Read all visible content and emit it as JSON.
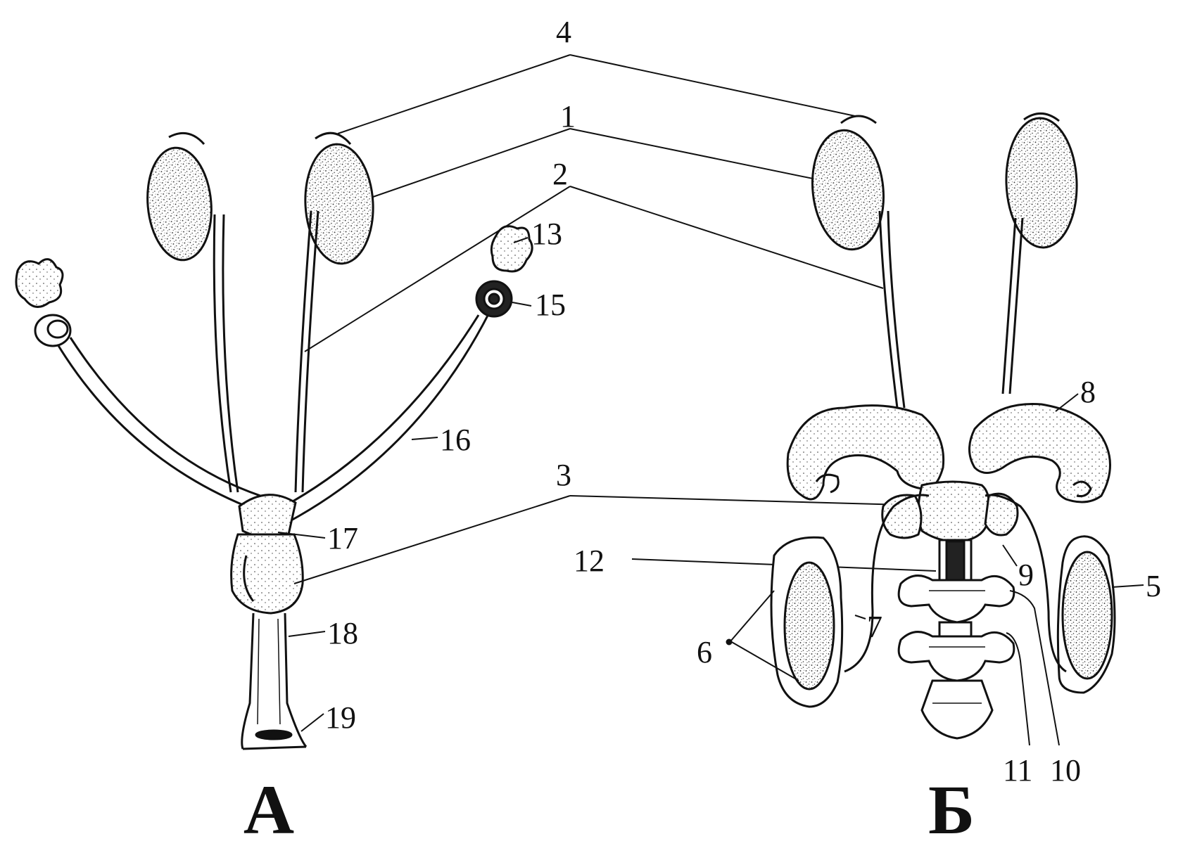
{
  "panels": [
    {
      "letter": "А"
    },
    {
      "letter": "Б"
    }
  ],
  "labels": [
    "1",
    "2",
    "3",
    "4",
    "5",
    "6",
    "7",
    "8",
    "9",
    "10",
    "11",
    "12",
    "13",
    "15",
    "16",
    "17",
    "18",
    "19"
  ],
  "colors": {
    "ink": "#111111",
    "paper": "#ffffff"
  }
}
